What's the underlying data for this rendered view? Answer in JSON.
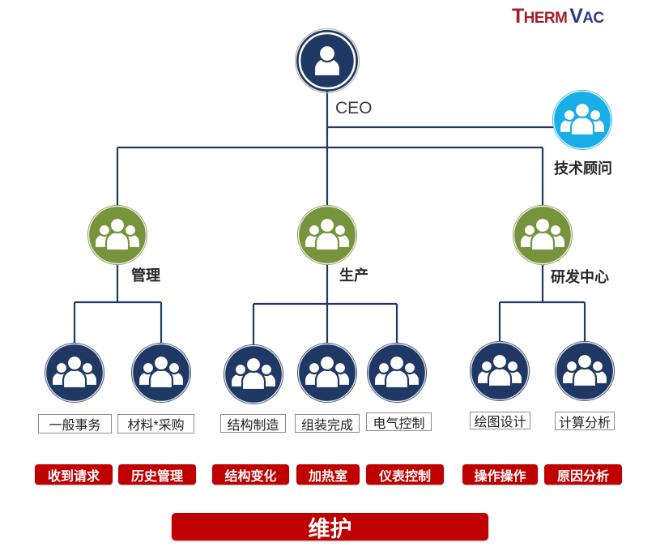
{
  "logo": {
    "part1": "THERM",
    "part2": "VAC"
  },
  "colors": {
    "line": "#1f3864",
    "navy": "#1f3864",
    "green": "#77933c",
    "advisor": "#1aaee8",
    "red": "#c00000",
    "logo_red": "#a51d2d",
    "logo_blue": "#2e3a86"
  },
  "ceo": {
    "label": "CEO",
    "icon": "person-icon"
  },
  "advisor": {
    "label": "技术顾问",
    "icon": "group-icon"
  },
  "departments": [
    {
      "label": "管理",
      "icon": "group-icon",
      "units": [
        "一般事务",
        "材料*采购"
      ]
    },
    {
      "label": "生产",
      "icon": "group-icon",
      "units": [
        "结构制造",
        "组装完成",
        "电气控制"
      ]
    },
    {
      "label": "研发中心",
      "icon": "group-icon",
      "units": [
        "绘图设计",
        "计算分析"
      ]
    }
  ],
  "tasks": [
    "收到请求",
    "历史管理",
    "结构变化",
    "加热室",
    "仪表控制",
    "操作操作",
    "原因分析"
  ],
  "maintenance": "维护"
}
